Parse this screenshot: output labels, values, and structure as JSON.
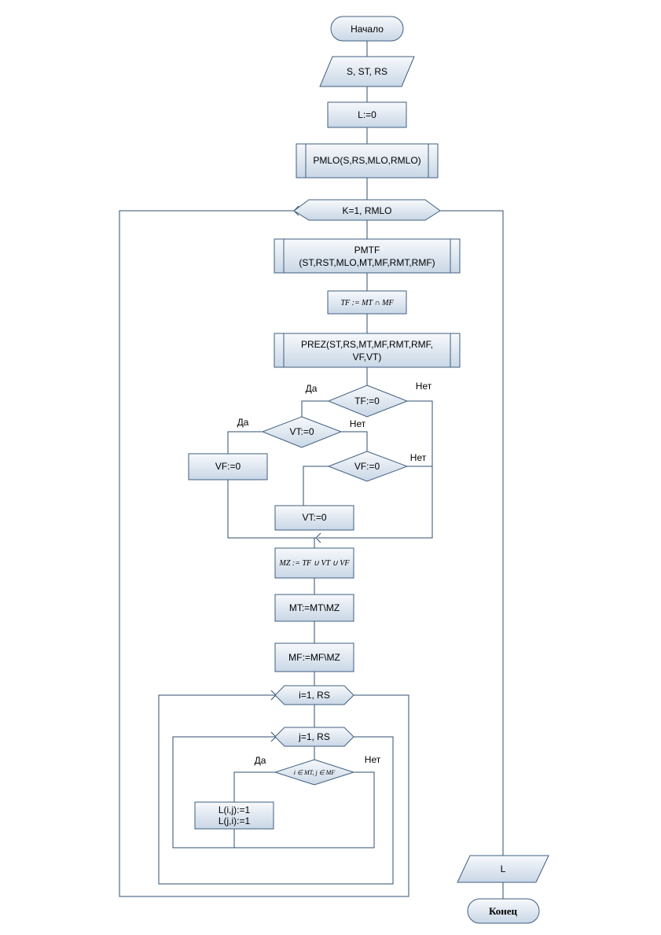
{
  "flowchart": {
    "start": "Начало",
    "input": "S, ST, RS",
    "init_l": "L:=0",
    "pmlo": "PMLO(S,RS,MLO,RMLO)",
    "loop_k": "K=1, RMLO",
    "pmtf_line1": "PMTF",
    "pmtf_line2": "(ST,RST,MLO,MT,MF,RMT,RMF)",
    "tf_formula": "TF := MT ∩ MF",
    "prez_line1": "PREZ(ST,RS,MT,MF,RMT,RMF,",
    "prez_line2": "VF,VT)",
    "cond_tf": "TF:=0",
    "cond_vt": "VT:=0",
    "cond_vf": "VF:=0",
    "set_vf": "VF:=0",
    "set_vt": "VT:=0",
    "mz_formula": "MZ := TF ∪ VT ∪ VF",
    "mt_update": "MT:=MT\\MZ",
    "mf_update": "MF:=MF\\MZ",
    "loop_i": "i=1, RS",
    "loop_j": "j=1, RS",
    "cond_ij": "i ∈ MT, j ∈ MF",
    "set_l_line1": "L(i,j):=1",
    "set_l_line2": "L(j,i):=1",
    "output": "L",
    "end": "Конец",
    "yes_label": "Да",
    "no_label": "Нет"
  },
  "colors": {
    "fill_top": "#f7f9fc",
    "fill_bottom": "#c9d7e6",
    "stroke": "#3f5f7f",
    "line": "#2f4f6f"
  }
}
